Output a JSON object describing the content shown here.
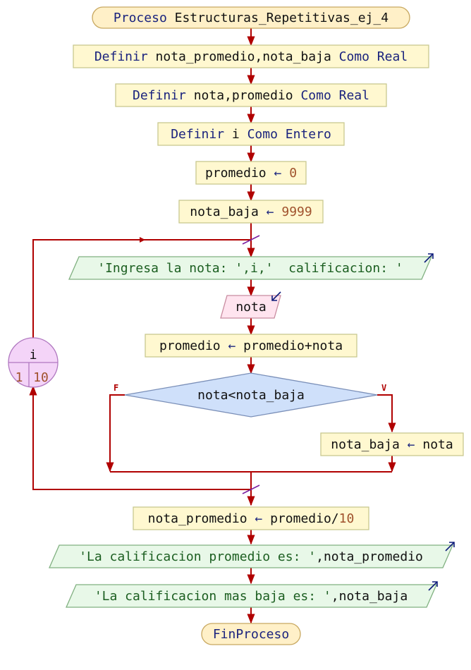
{
  "colors": {
    "flow_line": "#b00000",
    "process_fill": "#fff8d0",
    "output_fill": "#e8f8e8",
    "input_fill": "#ffe4ef",
    "decision_fill": "#cfe0fa",
    "loop_fill": "#f4d4f8",
    "keyword": "#1a237e",
    "number": "#a0522d",
    "string": "#1b5e20"
  },
  "start": {
    "kw": "Proceso",
    "name": "Estructuras_Repetitivas_ej_4"
  },
  "def1": {
    "kw": "Definir",
    "vars": "nota_promedio,nota_baja",
    "kw2": "Como Real"
  },
  "def2": {
    "kw": "Definir",
    "vars": "nota,promedio",
    "kw2": "Como Real"
  },
  "def3": {
    "kw": "Definir",
    "vars": "i",
    "kw2": "Como Entero"
  },
  "assign1": {
    "var": "promedio",
    "op": "←",
    "val": "0"
  },
  "assign2": {
    "var": "nota_baja",
    "op": "←",
    "val": "9999"
  },
  "loop": {
    "var": "i",
    "from": "1",
    "to": "10"
  },
  "out1": {
    "text": "'Ingresa la nota: ',i,'  calificacion: '"
  },
  "in1": {
    "text": "nota"
  },
  "assign3": {
    "var": "promedio",
    "op": "←",
    "expr": "promedio+nota"
  },
  "decision": {
    "cond": "nota<nota_baja",
    "false_label": "F",
    "true_label": "V"
  },
  "assign4": {
    "var": "nota_baja",
    "op": "←",
    "expr": "nota"
  },
  "assign5": {
    "var": "nota_promedio",
    "op": "←",
    "expr": "promedio/",
    "num": "10"
  },
  "out2": {
    "str": "'La calificacion promedio es: '",
    "rest": ",nota_promedio"
  },
  "out3": {
    "str": "'La calificacion mas baja es: '",
    "rest": ",nota_baja"
  },
  "end": {
    "kw": "FinProceso"
  }
}
